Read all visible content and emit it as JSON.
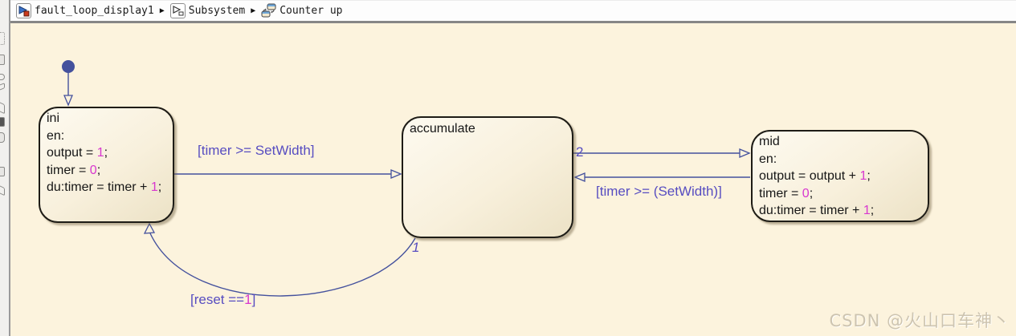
{
  "breadcrumb": {
    "separator": "▶",
    "items": [
      {
        "label": "fault_loop_display1",
        "icon": "simulink-model-icon"
      },
      {
        "label": "Subsystem",
        "icon": "subsystem-icon"
      },
      {
        "label": "Counter up",
        "icon": "stateflow-chart-icon"
      }
    ]
  },
  "states": {
    "ini": {
      "title": "ini",
      "lines": [
        {
          "pre": "en:",
          "num": "",
          "post": ""
        },
        {
          "pre": "output = ",
          "num": "1",
          "post": ";"
        },
        {
          "pre": "timer = ",
          "num": "0",
          "post": ";"
        },
        {
          "pre": "du:timer = timer + ",
          "num": "1",
          "post": ";"
        }
      ]
    },
    "accumulate": {
      "title": "accumulate"
    },
    "mid": {
      "title": "mid",
      "lines": [
        {
          "pre": "en:",
          "num": "",
          "post": ""
        },
        {
          "pre": "output = output + ",
          "num": "1",
          "post": ";"
        },
        {
          "pre": "timer = ",
          "num": "0",
          "post": ";"
        },
        {
          "pre": "du:timer = timer + ",
          "num": "1",
          "post": ";"
        }
      ]
    }
  },
  "transitions": {
    "ini_to_accumulate": {
      "label": "[timer >= SetWidth]"
    },
    "accumulate_to_mid": {
      "order": "2"
    },
    "mid_to_accumulate": {
      "label": "[timer >= (SetWidth)]"
    },
    "accumulate_to_ini": {
      "label_pre": "[reset ==",
      "label_num": "1",
      "label_post": "]",
      "order": "1"
    }
  },
  "watermark": "CSDN @火山口车神丶",
  "colors": {
    "canvas": "#fcf3dd",
    "transition_line": "#44519d",
    "transition_label": "#574dc1",
    "number_literal": "#d837cf",
    "state_border": "#1e1c16",
    "breadcrumb_divider": "#868686"
  }
}
